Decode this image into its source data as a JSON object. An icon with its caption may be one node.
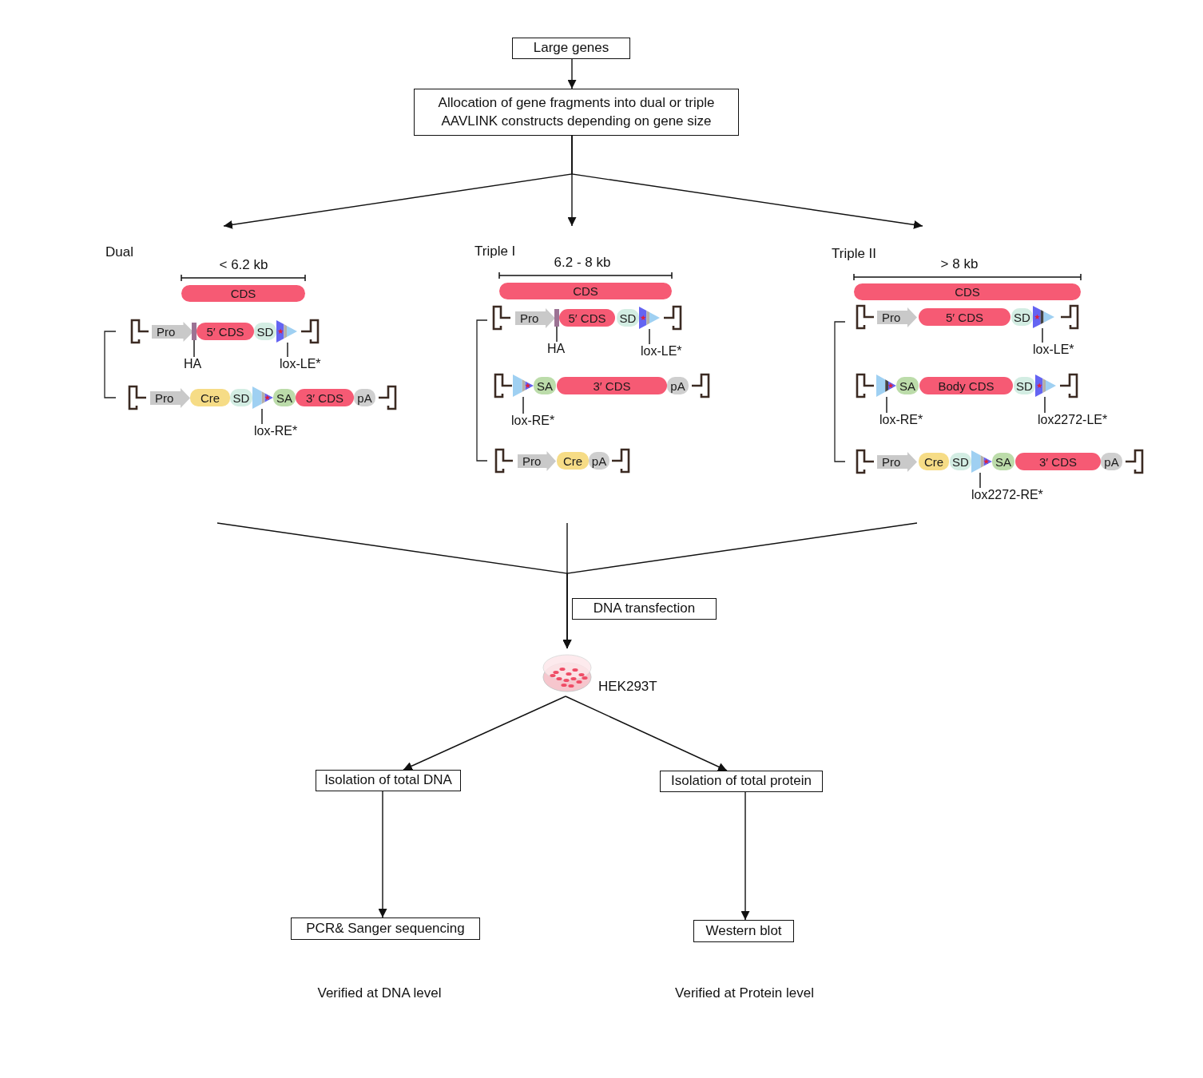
{
  "diagram": {
    "nodes": [
      {
        "text": [
          "Large genes"
        ]
      },
      {
        "text": [
          "Allocation of gene fragments into dual or triple AAVLINK constructs depending on gene size"
        ]
      },
      {
        "text": [
          "Dual"
        ]
      },
      {
        "text": [
          "Triple I"
        ]
      },
      {
        "text": [
          "Triple II"
        ]
      },
      {
        "text": [
          "CDS"
        ],
        "in": 2
      },
      {
        "text": [
          "Pro"
        ],
        "in": 2
      },
      {
        "text": [
          "5′ CDS"
        ],
        "in": 2
      },
      {
        "text": [
          "SD"
        ],
        "in": 2
      },
      {
        "text": [
          "HA"
        ],
        "in": 2
      },
      {
        "text": [
          "lox-LE*"
        ],
        "in": 2
      },
      {
        "text": [
          "Pro"
        ],
        "in": 2
      },
      {
        "text": [
          "Cre"
        ],
        "in": 2
      },
      {
        "text": [
          "SD"
        ],
        "in": 2
      },
      {
        "text": [
          "SA"
        ],
        "in": 2
      },
      {
        "text": [
          "3′ CDS"
        ],
        "in": 2
      },
      {
        "text": [
          "pA"
        ],
        "in": 2
      },
      {
        "text": [
          "lox-RE*"
        ],
        "in": 2
      },
      {
        "text": [
          "CDS"
        ],
        "in": 3
      },
      {
        "text": [
          "Pro"
        ],
        "in": 3
      },
      {
        "text": [
          "5′ CDS"
        ],
        "in": 3
      },
      {
        "text": [
          "SD"
        ],
        "in": 3
      },
      {
        "text": [
          "HA"
        ],
        "in": 3
      },
      {
        "text": [
          "lox-LE*"
        ],
        "in": 3
      },
      {
        "text": [
          "SA"
        ],
        "in": 3
      },
      {
        "text": [
          "3′ CDS"
        ],
        "in": 3
      },
      {
        "text": [
          "pA"
        ],
        "in": 3
      },
      {
        "text": [
          "lox-RE*"
        ],
        "in": 3
      },
      {
        "text": [
          "Pro"
        ],
        "in": 3
      },
      {
        "text": [
          "Cre"
        ],
        "in": 3
      },
      {
        "text": [
          "pA"
        ],
        "in": 3
      },
      {
        "text": [
          "CDS"
        ],
        "in": 4
      },
      {
        "text": [
          "Pro"
        ],
        "in": 4
      },
      {
        "text": [
          "5′ CDS"
        ],
        "in": 4
      },
      {
        "text": [
          "SD"
        ],
        "in": 4
      },
      {
        "text": [
          "lox-LE*"
        ],
        "in": 4
      },
      {
        "text": [
          "SA"
        ],
        "in": 4
      },
      {
        "text": [
          "Body CDS"
        ],
        "in": 4
      },
      {
        "text": [
          "SD"
        ],
        "in": 4
      },
      {
        "text": [
          "lox-RE*"
        ],
        "in": 4
      },
      {
        "text": [
          "lox2272-LE*"
        ],
        "in": 4
      },
      {
        "text": [
          "Pro"
        ],
        "in": 4
      },
      {
        "text": [
          "Cre"
        ],
        "in": 4
      },
      {
        "text": [
          "SD"
        ],
        "in": 4
      },
      {
        "text": [
          "SA"
        ],
        "in": 4
      },
      {
        "text": [
          "3′ CDS"
        ],
        "in": 4
      },
      {
        "text": [
          "pA"
        ],
        "in": 4
      },
      {
        "text": [
          "lox2272-RE*"
        ],
        "in": 4
      },
      {
        "text": [
          "DNA transfection"
        ]
      },
      {
        "text": [],
        "shape": "picture",
        "beside": [
          "HEK293T"
        ]
      },
      {
        "text": [
          "Isolation of total DNA"
        ]
      },
      {
        "text": [
          "Isolation of total protein"
        ]
      },
      {
        "text": [
          "PCR& Sanger sequencing"
        ]
      },
      {
        "text": [
          "Western blot"
        ]
      },
      {
        "text": [],
        "shape": "triangle",
        "in": 2
      },
      {
        "text": [],
        "shape": "triangle",
        "in": 2
      },
      {
        "text": [],
        "shape": "triangle",
        "in": 3
      },
      {
        "text": [],
        "shape": "triangle",
        "in": 3
      },
      {
        "text": [],
        "shape": "triangle",
        "in": 4
      },
      {
        "text": [],
        "shape": "triangle",
        "in": 4
      },
      {
        "text": [],
        "shape": "triangle",
        "in": 4
      },
      {
        "text": [],
        "shape": "triangle",
        "in": 4
      },
      {
        "text": [],
        "shape": "bar",
        "in": 2
      },
      {
        "text": [],
        "shape": "bar",
        "in": 3
      }
    ],
    "edges": [
      {
        "from": 0,
        "to": 1,
        "arrow": "to"
      },
      {
        "from": 1,
        "to": 2,
        "arrow": "to"
      },
      {
        "from": 1,
        "to": 3,
        "arrow": "to"
      },
      {
        "from": 1,
        "to": 4,
        "arrow": "to"
      },
      {
        "from": 9,
        "to": 62,
        "arrow": "none"
      },
      {
        "from": 10,
        "to": 54,
        "arrow": "none"
      },
      {
        "from": 17,
        "to": 55,
        "arrow": "none"
      },
      {
        "from": 22,
        "to": 63,
        "arrow": "none"
      },
      {
        "from": 23,
        "to": 56,
        "arrow": "none"
      },
      {
        "from": 27,
        "to": 57,
        "arrow": "none"
      },
      {
        "from": 35,
        "to": 58,
        "arrow": "none"
      },
      {
        "from": 39,
        "to": 59,
        "arrow": "none"
      },
      {
        "from": 40,
        "to": 60,
        "arrow": "none"
      },
      {
        "from": 47,
        "to": 61,
        "arrow": "none"
      },
      {
        "from": 2,
        "to": 49,
        "arrow": "to"
      },
      {
        "from": 3,
        "to": 49,
        "arrow": "to"
      },
      {
        "from": 4,
        "to": 49,
        "arrow": "to"
      },
      {
        "from": 49,
        "to": 50,
        "arrow": "to"
      },
      {
        "from": 49,
        "to": 51,
        "arrow": "to"
      },
      {
        "from": 50,
        "to": 52,
        "arrow": "to"
      },
      {
        "from": 51,
        "to": 53,
        "arrow": "to"
      }
    ],
    "labels": [
      "< 6.2 kb",
      "6.2 - 8 kb",
      "> 8 kb",
      "Verified at DNA level",
      "Verified at Protein level"
    ]
  }
}
